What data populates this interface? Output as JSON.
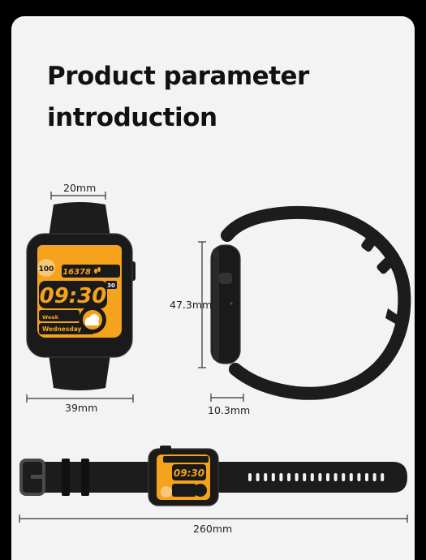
{
  "heading": {
    "line1": "Product parameter",
    "line2": "introduction"
  },
  "dimensions": {
    "band_width": "20mm",
    "case_width": "39mm",
    "case_height": "47.3mm",
    "thickness": "10.3mm",
    "total_length": "260mm"
  },
  "watch_face": {
    "badge": "100",
    "steps": "16378",
    "time": "09:30",
    "date": "30",
    "week_label": "Week",
    "weekday": "Wednesday"
  },
  "colors": {
    "accent": "#f5a31d",
    "body": "#1a1a1a",
    "background": "#f3f3f3"
  }
}
